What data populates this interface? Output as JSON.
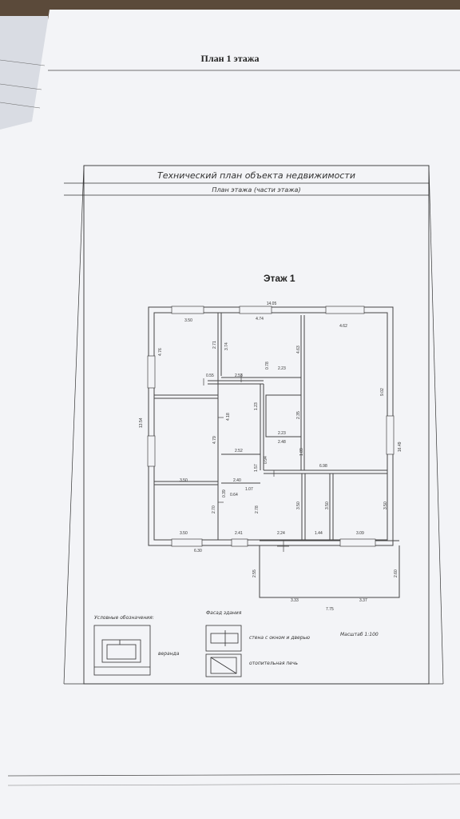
{
  "page": {
    "title": "План 1 этажа"
  },
  "frame": {
    "title": "Технический план объекта недвижимости",
    "subtitle": "План этажа (части этажа)"
  },
  "plan": {
    "floor_label": "Этаж 1",
    "dims": {
      "total_width": "14.05",
      "total_height": "13.54",
      "right_height": "16.49",
      "bottom_left": "6.30",
      "veranda_width": "7.75",
      "d350a": "3.50",
      "d474": "4.74",
      "d462": "4.62",
      "d476": "4.76",
      "d271": "2.71",
      "d374": "3.74",
      "d463": "4.63",
      "d902": "9.02",
      "d055": "0.55",
      "d253": "2.53",
      "d078": "0.78",
      "d223a": "2.23",
      "d418": "4.18",
      "d123": "1.23",
      "d235": "2.35",
      "d223b": "2.23",
      "d479": "4.79",
      "d248": "2.48",
      "d252": "2.52",
      "d157": "1.57",
      "d094": "0.94",
      "d189": "1.89",
      "d698": "6.98",
      "d350b": "3.50",
      "d240": "2.40",
      "d039": "0.39",
      "d064": "0.64",
      "d107": "1.07",
      "d270": "2.70",
      "d278": "2.78",
      "d350c": "3.50",
      "d350d": "3.50",
      "d350e": "3.50",
      "d350f": "3.50",
      "d241": "2.41",
      "d224": "2.24",
      "d144": "1.44",
      "d309": "3.09",
      "d255": "2.55",
      "d260": "2.60",
      "d333": "3.33",
      "d337": "3.37"
    }
  },
  "legend": {
    "title": "Условные обозначения:",
    "facade": "Фасад здания",
    "veranda": "веранда",
    "wall": "стена с окном и дверью",
    "stove": "отопительная печь",
    "scale": "Масштаб 1:100"
  }
}
